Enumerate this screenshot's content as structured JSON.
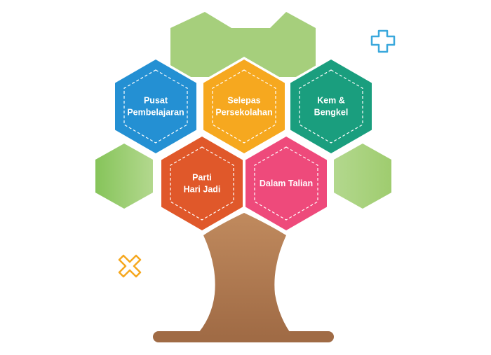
{
  "diagram": {
    "hexagons": [
      {
        "id": "pusat",
        "lines": [
          "Pusat",
          "Pembelajaran"
        ],
        "color": "#2490d3"
      },
      {
        "id": "selepas",
        "lines": [
          "Selepas",
          "Persekolahan"
        ],
        "color": "#f6a81f"
      },
      {
        "id": "kem",
        "lines": [
          "Kem &",
          "Bengkel"
        ],
        "color": "#1a9e7e"
      },
      {
        "id": "parti",
        "lines": [
          "Parti",
          "Hari Jadi"
        ],
        "color": "#e0582a"
      },
      {
        "id": "dalam",
        "lines": [
          "Dalam Talian"
        ],
        "color": "#ee4a7b"
      }
    ],
    "colors": {
      "leaf": "#9fcc6f",
      "trunk": "#b07a52",
      "plus_icon": "#3aa8dc",
      "cross_icon": "#f6a81f"
    }
  }
}
